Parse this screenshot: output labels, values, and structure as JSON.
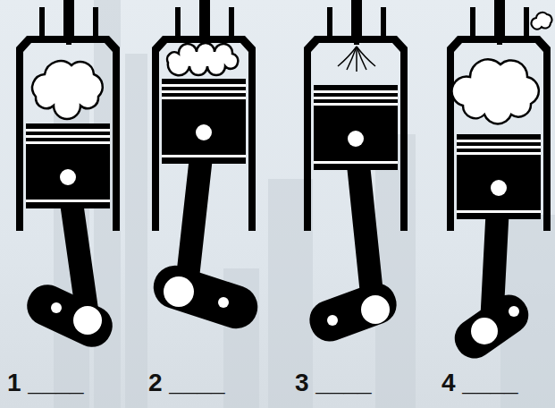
{
  "diagram": {
    "labels": [
      "1 ____",
      "2 ____",
      "3 ____",
      "4 ____"
    ]
  }
}
